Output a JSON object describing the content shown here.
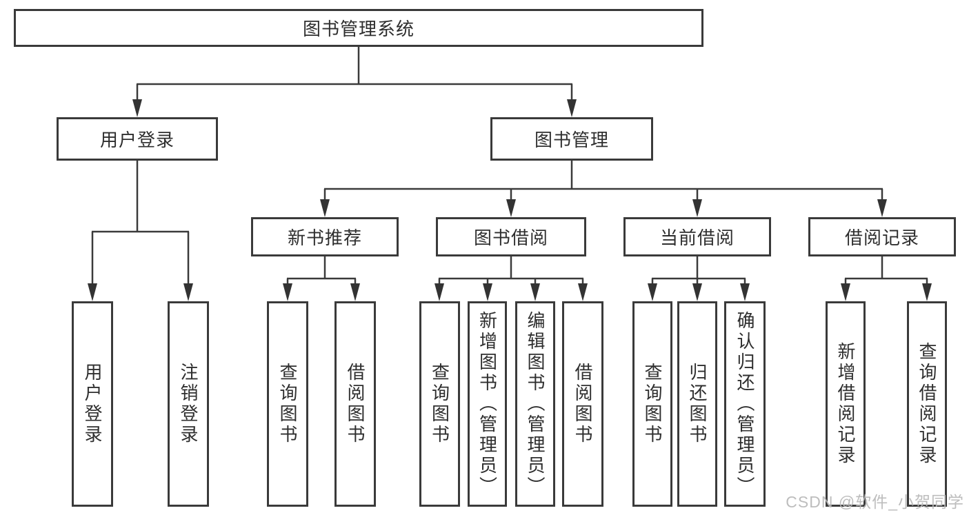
{
  "tree": {
    "label": "图书管理系统",
    "children": [
      {
        "label": "用户登录",
        "children": [
          {
            "label": "用户登录"
          },
          {
            "label": "注销登录"
          }
        ]
      },
      {
        "label": "图书管理",
        "children": [
          {
            "label": "新书推荐",
            "children": [
              {
                "label": "查询图书"
              },
              {
                "label": "借阅图书"
              }
            ]
          },
          {
            "label": "图书借阅",
            "children": [
              {
                "label": "查询图书"
              },
              {
                "label": "新增图书（管理员）"
              },
              {
                "label": "编辑图书（管理员）"
              },
              {
                "label": "借阅图书"
              }
            ]
          },
          {
            "label": "当前借阅",
            "children": [
              {
                "label": "查询图书"
              },
              {
                "label": "归还图书"
              },
              {
                "label": "确认归还（管理员）"
              }
            ]
          },
          {
            "label": "借阅记录",
            "children": [
              {
                "label": "新增借阅记录"
              },
              {
                "label": "查询借阅记录"
              }
            ]
          }
        ]
      }
    ]
  },
  "watermark": {
    "text": "CSDN @软件_小贺同学"
  },
  "colors": {
    "line": "#3a3a3a",
    "box_border": "#3a3a3a",
    "text": "#2e2e2e",
    "watermark": "#b9b9b9",
    "background": "#ffffff"
  }
}
